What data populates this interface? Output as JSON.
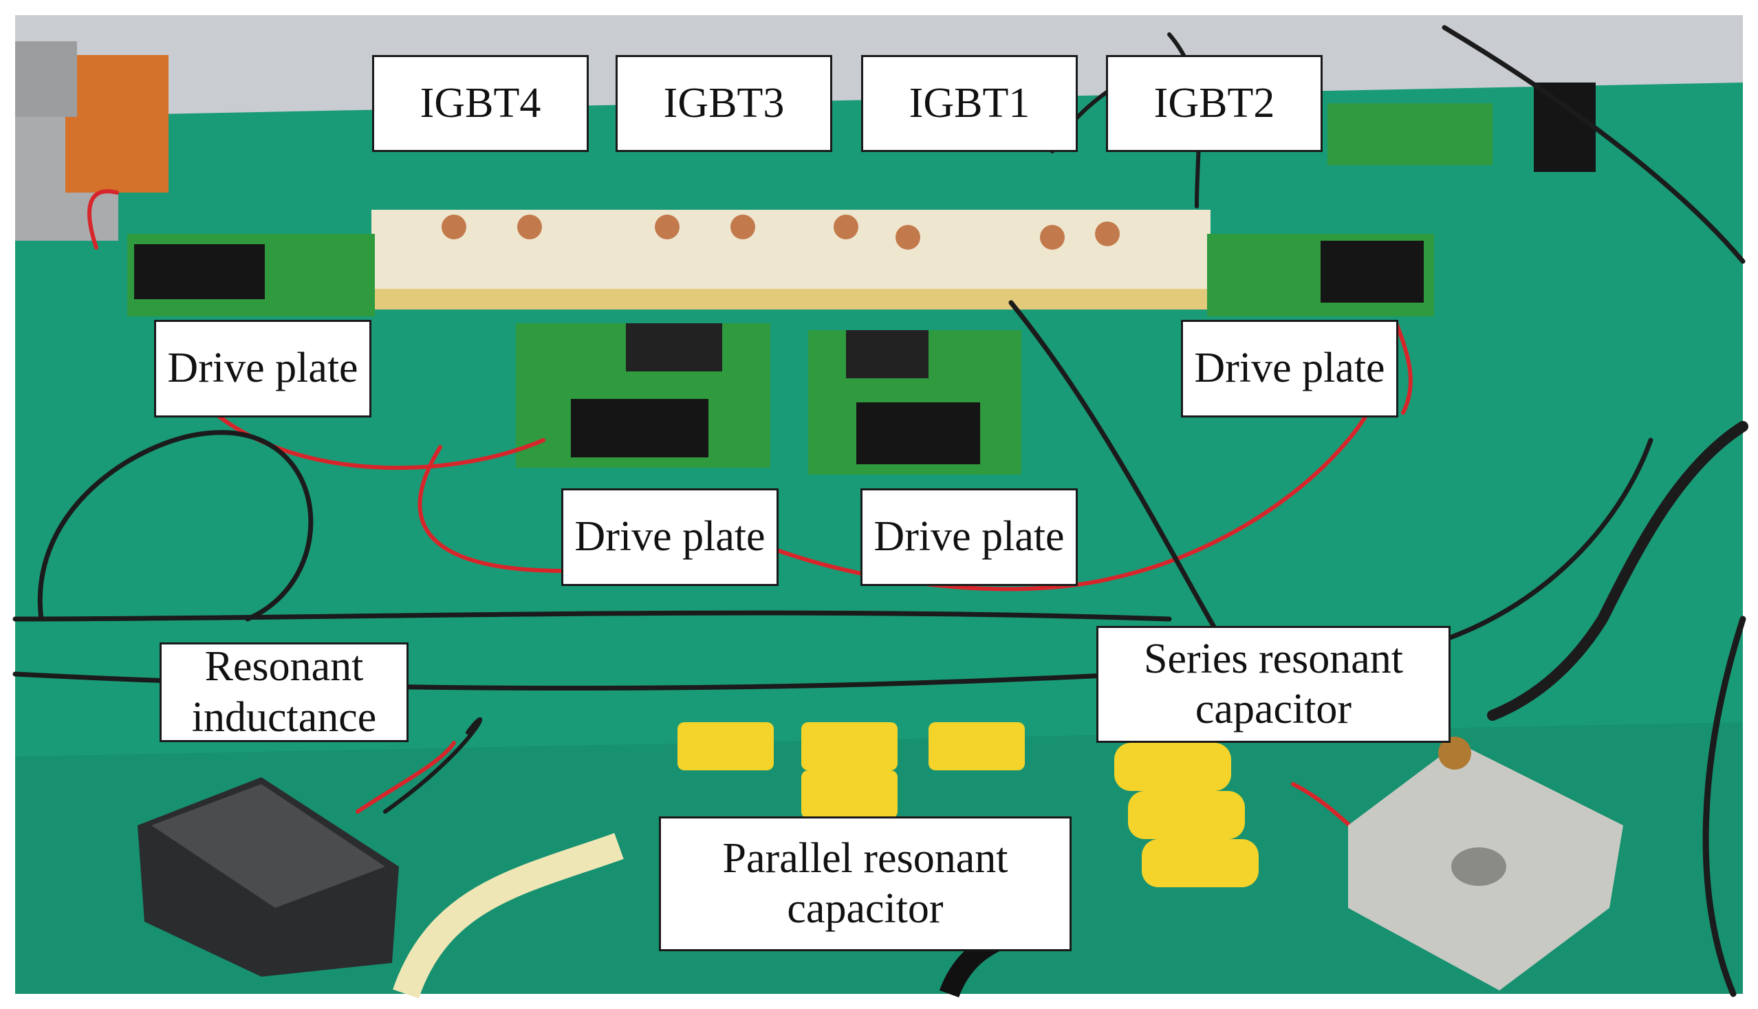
{
  "labels": {
    "igbt4": "IGBT4",
    "igbt3": "IGBT3",
    "igbt1": "IGBT1",
    "igbt2": "IGBT2",
    "drive_plate_left": "Drive plate",
    "drive_plate_right": "Drive plate",
    "drive_plate_center_left": "Drive plate",
    "drive_plate_center_right": "Drive plate",
    "resonant_inductance": [
      "Resonant",
      "inductance"
    ],
    "series_resonant_capacitor": [
      "Series resonant",
      "capacitor"
    ],
    "parallel_resonant_capacitor": [
      "Parallel resonant",
      "capacitor"
    ]
  },
  "colors": {
    "bench_green": "#1a9b78",
    "pcb_green": "#2f9a3e",
    "capacitor_yellow": "#f4d32a",
    "wire_red": "#d7262b",
    "wire_black": "#1b1b1b",
    "module_cream": "#efe6d0",
    "copper": "#c27a4c",
    "aluminum": "#c9c9c4"
  }
}
